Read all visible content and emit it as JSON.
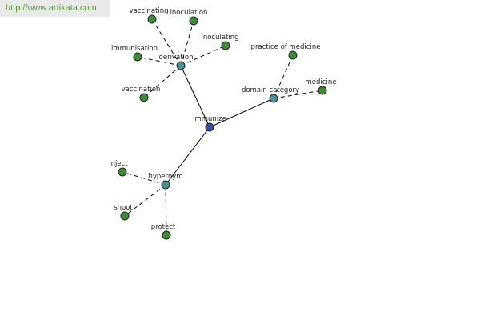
{
  "banner": {
    "url": "http://www.artikata.com"
  },
  "colors": {
    "root": "#3d4d9e",
    "hub": "#4b8f94",
    "leaf": "#3f8a3a",
    "banner_text": "#5a9a3a"
  },
  "graph": {
    "nodes": [
      {
        "id": "immunize",
        "label": "immunize",
        "kind": "root"
      },
      {
        "id": "derivation",
        "label": "derivation",
        "kind": "hub"
      },
      {
        "id": "domain-category",
        "label": "domain category",
        "kind": "hub"
      },
      {
        "id": "hypernym",
        "label": "hypernym",
        "kind": "hub"
      },
      {
        "id": "vaccinating",
        "label": "vaccinating",
        "kind": "leaf"
      },
      {
        "id": "inoculation",
        "label": "inoculation",
        "kind": "leaf"
      },
      {
        "id": "inoculating",
        "label": "inoculating",
        "kind": "leaf"
      },
      {
        "id": "immunisation",
        "label": "immunisation",
        "kind": "leaf"
      },
      {
        "id": "vaccination",
        "label": "vaccination",
        "kind": "leaf"
      },
      {
        "id": "practice-of-medicine",
        "label": "practice of medicine",
        "kind": "leaf"
      },
      {
        "id": "medicine",
        "label": "medicine",
        "kind": "leaf"
      },
      {
        "id": "inject",
        "label": "inject",
        "kind": "leaf"
      },
      {
        "id": "shoot",
        "label": "shoot",
        "kind": "leaf"
      },
      {
        "id": "protect",
        "label": "protect",
        "kind": "leaf"
      }
    ],
    "edges": [
      {
        "from": "immunize",
        "to": "derivation",
        "style": "solid"
      },
      {
        "from": "immunize",
        "to": "domain-category",
        "style": "solid"
      },
      {
        "from": "immunize",
        "to": "hypernym",
        "style": "solid"
      },
      {
        "from": "derivation",
        "to": "vaccinating",
        "style": "dashed"
      },
      {
        "from": "derivation",
        "to": "inoculation",
        "style": "dashed"
      },
      {
        "from": "derivation",
        "to": "inoculating",
        "style": "dashed"
      },
      {
        "from": "derivation",
        "to": "immunisation",
        "style": "dashed"
      },
      {
        "from": "derivation",
        "to": "vaccination",
        "style": "dashed"
      },
      {
        "from": "domain-category",
        "to": "practice-of-medicine",
        "style": "dashed"
      },
      {
        "from": "domain-category",
        "to": "medicine",
        "style": "dashed"
      },
      {
        "from": "hypernym",
        "to": "inject",
        "style": "dashed"
      },
      {
        "from": "hypernym",
        "to": "shoot",
        "style": "dashed"
      },
      {
        "from": "hypernym",
        "to": "protect",
        "style": "dashed"
      }
    ]
  }
}
